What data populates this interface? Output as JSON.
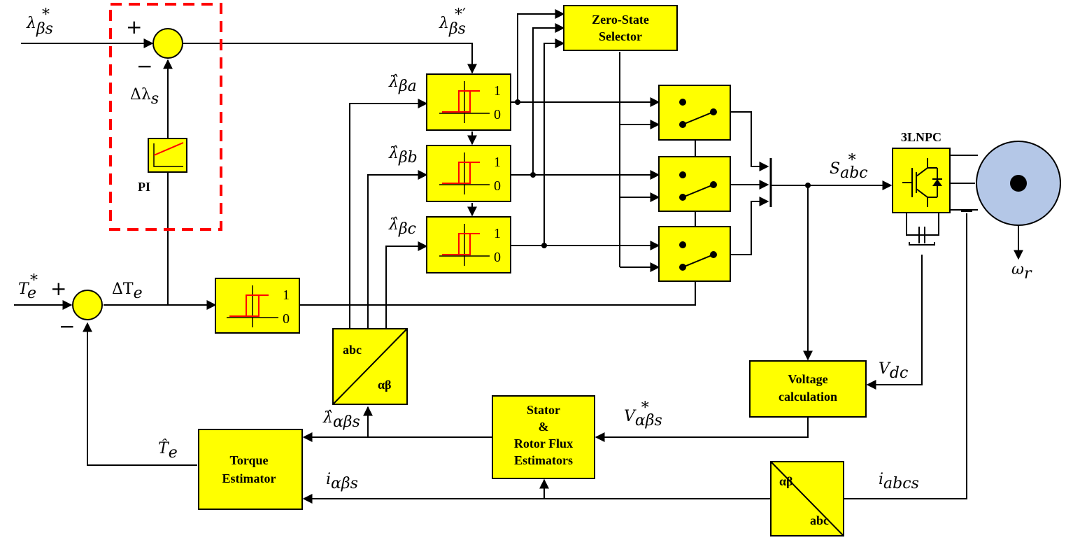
{
  "colors": {
    "block_fill": "#ffff00",
    "hysteresis_line": "#ff0000",
    "pi_dashed_frame": "#ff0000",
    "motor_fill": "#b4c7e7"
  },
  "signals": {
    "flux_ref_main": "λ",
    "flux_ref_sub": "βs",
    "flux_ref_sup": "*",
    "flux_ref_mod_main": "λ",
    "flux_ref_mod_sub": "βs",
    "flux_ref_mod_sup": "*′",
    "delta_lambda_main": "Δλ",
    "delta_lambda_sub": "s",
    "lambda_a_main": "λ̂",
    "lambda_a_sub": "βa",
    "lambda_b_main": "λ̂",
    "lambda_b_sub": "βb",
    "lambda_c_main": "λ̂",
    "lambda_c_sub": "βc",
    "torque_ref_main": "T",
    "torque_ref_sub": "e",
    "torque_ref_sup": "*",
    "delta_torque_main": "ΔT",
    "delta_torque_sub": "e",
    "switch_signal_main": "S",
    "switch_signal_sub": "abc",
    "switch_signal_sup": "*",
    "vdc_main": "V",
    "vdc_sub": "dc",
    "vref_main": "V",
    "vref_sub": "αβs",
    "vref_sup": "*",
    "lambda_ab_main": "λ̂",
    "lambda_ab_sub": "αβs",
    "torque_est_main": "T̂",
    "torque_est_sub": "e",
    "i_ab_main": "i",
    "i_ab_sub": "αβs",
    "i_abc_main": "i",
    "i_abc_sub": "abcs",
    "omega_main": "ω",
    "omega_sub": "r"
  },
  "signs": {
    "flux_plus": "+",
    "flux_minus": "−",
    "torque_plus": "+",
    "torque_minus": "−"
  },
  "blocks": {
    "zero_state_line1": "Zero-State",
    "zero_state_line2": "Selector",
    "pi_label": "PI",
    "inverter_label": "3LNPC",
    "voltage_calc_line1": "Voltage",
    "voltage_calc_line2": "calculation",
    "estimator_line1": "Stator",
    "estimator_line2": "&",
    "estimator_line3": "Rotor Flux",
    "estimator_line4": "Estimators",
    "torque_est_line1": "Torque",
    "torque_est_line2": "Estimator",
    "abc_ab_top": "abc",
    "abc_ab_bottom": "αβ",
    "ab_abc_top": "αβ",
    "ab_abc_bottom": "abc",
    "hysteresis_high": "1",
    "hysteresis_low": "0"
  }
}
